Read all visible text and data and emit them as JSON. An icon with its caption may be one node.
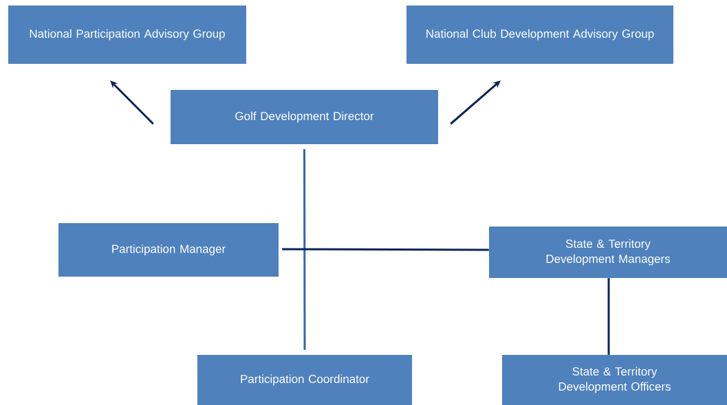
{
  "diagram": {
    "nodes": [
      {
        "text": [
          "National Participation Advisory Group"
        ]
      },
      {
        "text": [
          "National Club Development Advisory Group"
        ]
      },
      {
        "text": [
          "Golf Development Director"
        ]
      },
      {
        "text": [
          "Participation Manager"
        ]
      },
      {
        "text": [
          "State & Territory Development Managers"
        ]
      },
      {
        "text": [
          "Participation Coordinator"
        ]
      },
      {
        "text": [
          "State & Territory Development Officers"
        ]
      }
    ],
    "edges": [
      {
        "from": 2,
        "to": 0,
        "arrow": "to"
      },
      {
        "from": 2,
        "to": 1,
        "arrow": "to"
      },
      {
        "from": 2,
        "to": 5,
        "arrow": "none",
        "color": "#3a659e"
      },
      {
        "from": 3,
        "to": 4,
        "arrow": "none"
      },
      {
        "from": 4,
        "to": 6,
        "arrow": "none"
      }
    ]
  }
}
